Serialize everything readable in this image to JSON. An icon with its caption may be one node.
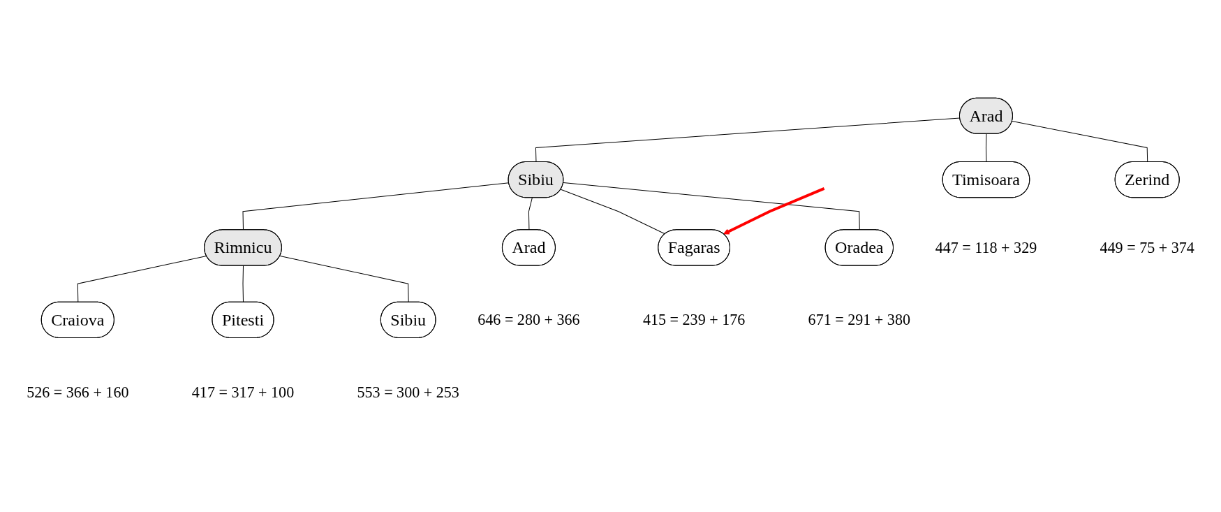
{
  "diagram": {
    "nodes": [
      {
        "text": [
          "Arad"
        ]
      },
      {
        "text": [
          "Sibiu"
        ]
      },
      {
        "text": [
          "Timisoara"
        ],
        "beside": [
          "447 = 118 + 329"
        ]
      },
      {
        "text": [
          "Zerind"
        ],
        "beside": [
          "449 = 75 + 374"
        ]
      },
      {
        "text": [
          "Arad"
        ],
        "beside": [
          "646 = 280 + 366"
        ]
      },
      {
        "text": [
          "Fagaras"
        ],
        "beside": [
          "415 = 239 + 176"
        ]
      },
      {
        "text": [
          "Oradea"
        ],
        "beside": [
          "671 = 291 + 380"
        ]
      },
      {
        "text": [
          "Rimnicu"
        ]
      },
      {
        "text": [
          "Craiova"
        ],
        "beside": [
          "526 = 366 + 160"
        ]
      },
      {
        "text": [
          "Pitesti"
        ],
        "beside": [
          "417 = 317 + 100"
        ]
      },
      {
        "text": [
          "Sibiu"
        ],
        "beside": [
          "553 = 300 + 253"
        ]
      }
    ],
    "edges": [
      {
        "from": 0,
        "to": 1,
        "arrow": "none"
      },
      {
        "from": 0,
        "to": 2,
        "arrow": "none"
      },
      {
        "from": 0,
        "to": 3,
        "arrow": "none"
      },
      {
        "from": 1,
        "to": 4,
        "arrow": "none"
      },
      {
        "from": 1,
        "to": 5,
        "arrow": "none"
      },
      {
        "from": 1,
        "to": 6,
        "arrow": "none"
      },
      {
        "from": 1,
        "to": 7,
        "arrow": "none"
      },
      {
        "from": 7,
        "to": 8,
        "arrow": "none"
      },
      {
        "from": 7,
        "to": 9,
        "arrow": "none"
      },
      {
        "from": 7,
        "to": 10,
        "arrow": "none"
      },
      {
        "from": null,
        "to": 5,
        "arrow": "to",
        "style": "thick",
        "color": "#ff0000"
      }
    ]
  }
}
